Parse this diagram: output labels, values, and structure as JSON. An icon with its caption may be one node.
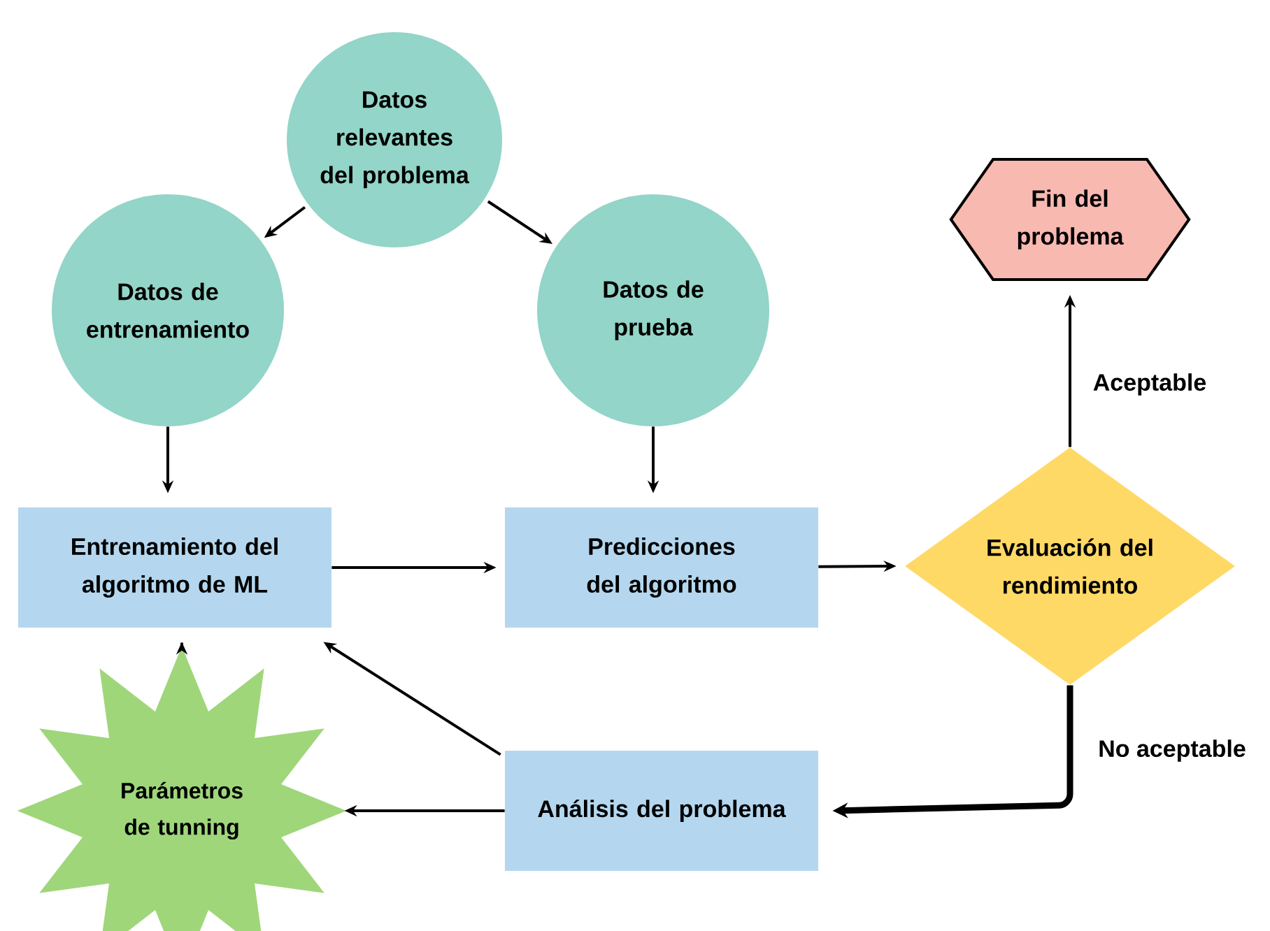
{
  "diagram": {
    "nodes": [
      {
        "text": [
          "Datos relevantes del problema"
        ]
      },
      {
        "text": [
          "Datos de entrenamiento"
        ]
      },
      {
        "text": [
          "Datos de prueba"
        ]
      },
      {
        "text": [
          "Entrenamiento del algoritmo de ML"
        ]
      },
      {
        "text": [
          "Predicciones del algoritmo"
        ]
      },
      {
        "text": [
          "Evaluación del rendimiento"
        ]
      },
      {
        "text": [
          "Fin del problema"
        ]
      },
      {
        "text": [
          "Análisis del problema"
        ]
      },
      {
        "text": [
          "Parámetros de tunning"
        ]
      }
    ],
    "edges": [
      {
        "from": 0,
        "to": 1,
        "arrow": "to"
      },
      {
        "from": 0,
        "to": 2,
        "arrow": "to"
      },
      {
        "from": 1,
        "to": 3,
        "arrow": "to"
      },
      {
        "from": 2,
        "to": 4,
        "arrow": "to"
      },
      {
        "from": 3,
        "to": 4,
        "arrow": "to"
      },
      {
        "from": 4,
        "to": 5,
        "arrow": "to"
      },
      {
        "from": 5,
        "to": 6,
        "arrow": "to",
        "label": "Aceptable"
      },
      {
        "from": 5,
        "to": 7,
        "arrow": "to",
        "label": "No aceptable",
        "style": "thick"
      },
      {
        "from": 7,
        "to": 3,
        "arrow": "to"
      },
      {
        "from": 7,
        "to": 8,
        "arrow": "to"
      },
      {
        "from": 8,
        "to": 3,
        "arrow": "to"
      }
    ]
  }
}
